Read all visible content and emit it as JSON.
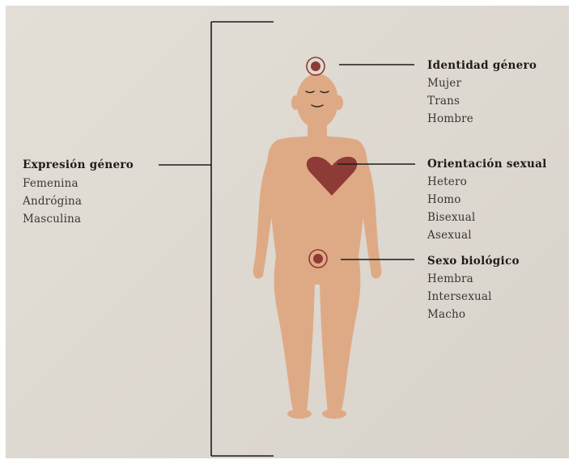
{
  "identidad": {
    "title": "Identidad género",
    "items": [
      "Mujer",
      "Trans",
      "Hombre"
    ]
  },
  "orientacion": {
    "title": "Orientación sexual",
    "items": [
      "Hetero",
      "Homo",
      "Bisexual",
      "Asexual"
    ]
  },
  "sexo": {
    "title": "Sexo biológico",
    "items": [
      "Hembra",
      "Intersexual",
      "Macho"
    ]
  },
  "expresion": {
    "title": "Expresión género",
    "items": [
      "Femenina",
      "Andrógina",
      "Masculina"
    ]
  },
  "colors": {
    "body": "#deaa85",
    "marker": "#8e3a36",
    "line": "#1c1c1c",
    "background": "#e0dcd4"
  }
}
